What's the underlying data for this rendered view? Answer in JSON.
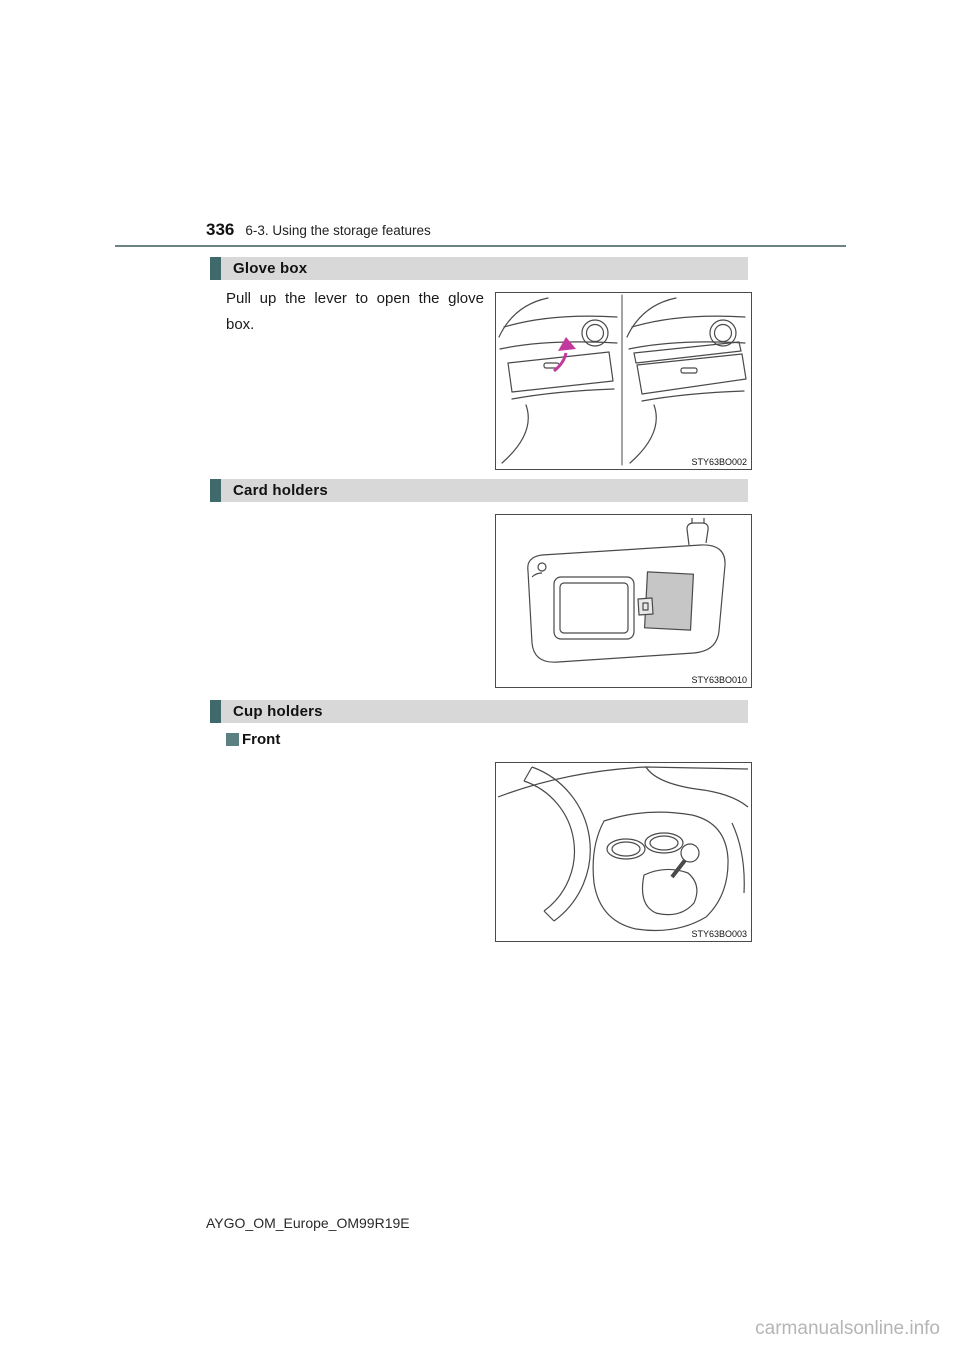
{
  "page": {
    "number": "336",
    "chapter": "6-3. Using the storage features",
    "footer_code": "AYGO_OM_Europe_OM99R19E",
    "watermark": "carmanualsonline.info"
  },
  "sections": [
    {
      "title": "Glove box",
      "body": "Pull up the lever to open the glove box.",
      "figure_label": "STY63BO002"
    },
    {
      "title": "Card holders",
      "figure_label": "STY63BO010"
    },
    {
      "title": "Cup holders",
      "subheading": "Front",
      "figure_label": "STY63BO003"
    }
  ],
  "colors": {
    "accent_teal": "#40696b",
    "header_bar_bg": "#d8d8d8",
    "rule": "#6d8383",
    "arrow_magenta": "#c23a9d"
  }
}
